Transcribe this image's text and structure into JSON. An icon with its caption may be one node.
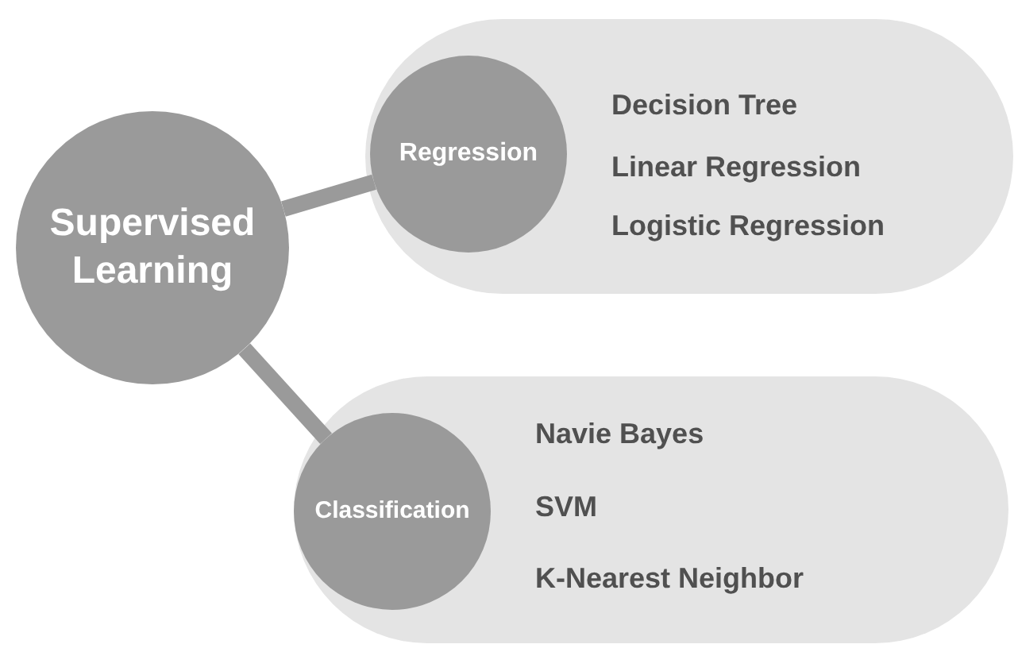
{
  "diagram": {
    "nodes": [
      {
        "text": [
          "Supervised Learning"
        ]
      },
      {
        "text": [
          "Decision Tree",
          "Linear Regression",
          "Logistic Regression"
        ]
      },
      {
        "text": [
          "Regression"
        ],
        "in": 1
      },
      {
        "text": [
          "Navie Bayes",
          "SVM",
          "K-Nearest Neighbor"
        ]
      },
      {
        "text": [
          "Classification"
        ],
        "in": 3
      }
    ],
    "edges": [
      {
        "from": 0,
        "to": 2,
        "arrow": "none"
      },
      {
        "from": 0,
        "to": 4,
        "arrow": "none"
      }
    ]
  }
}
